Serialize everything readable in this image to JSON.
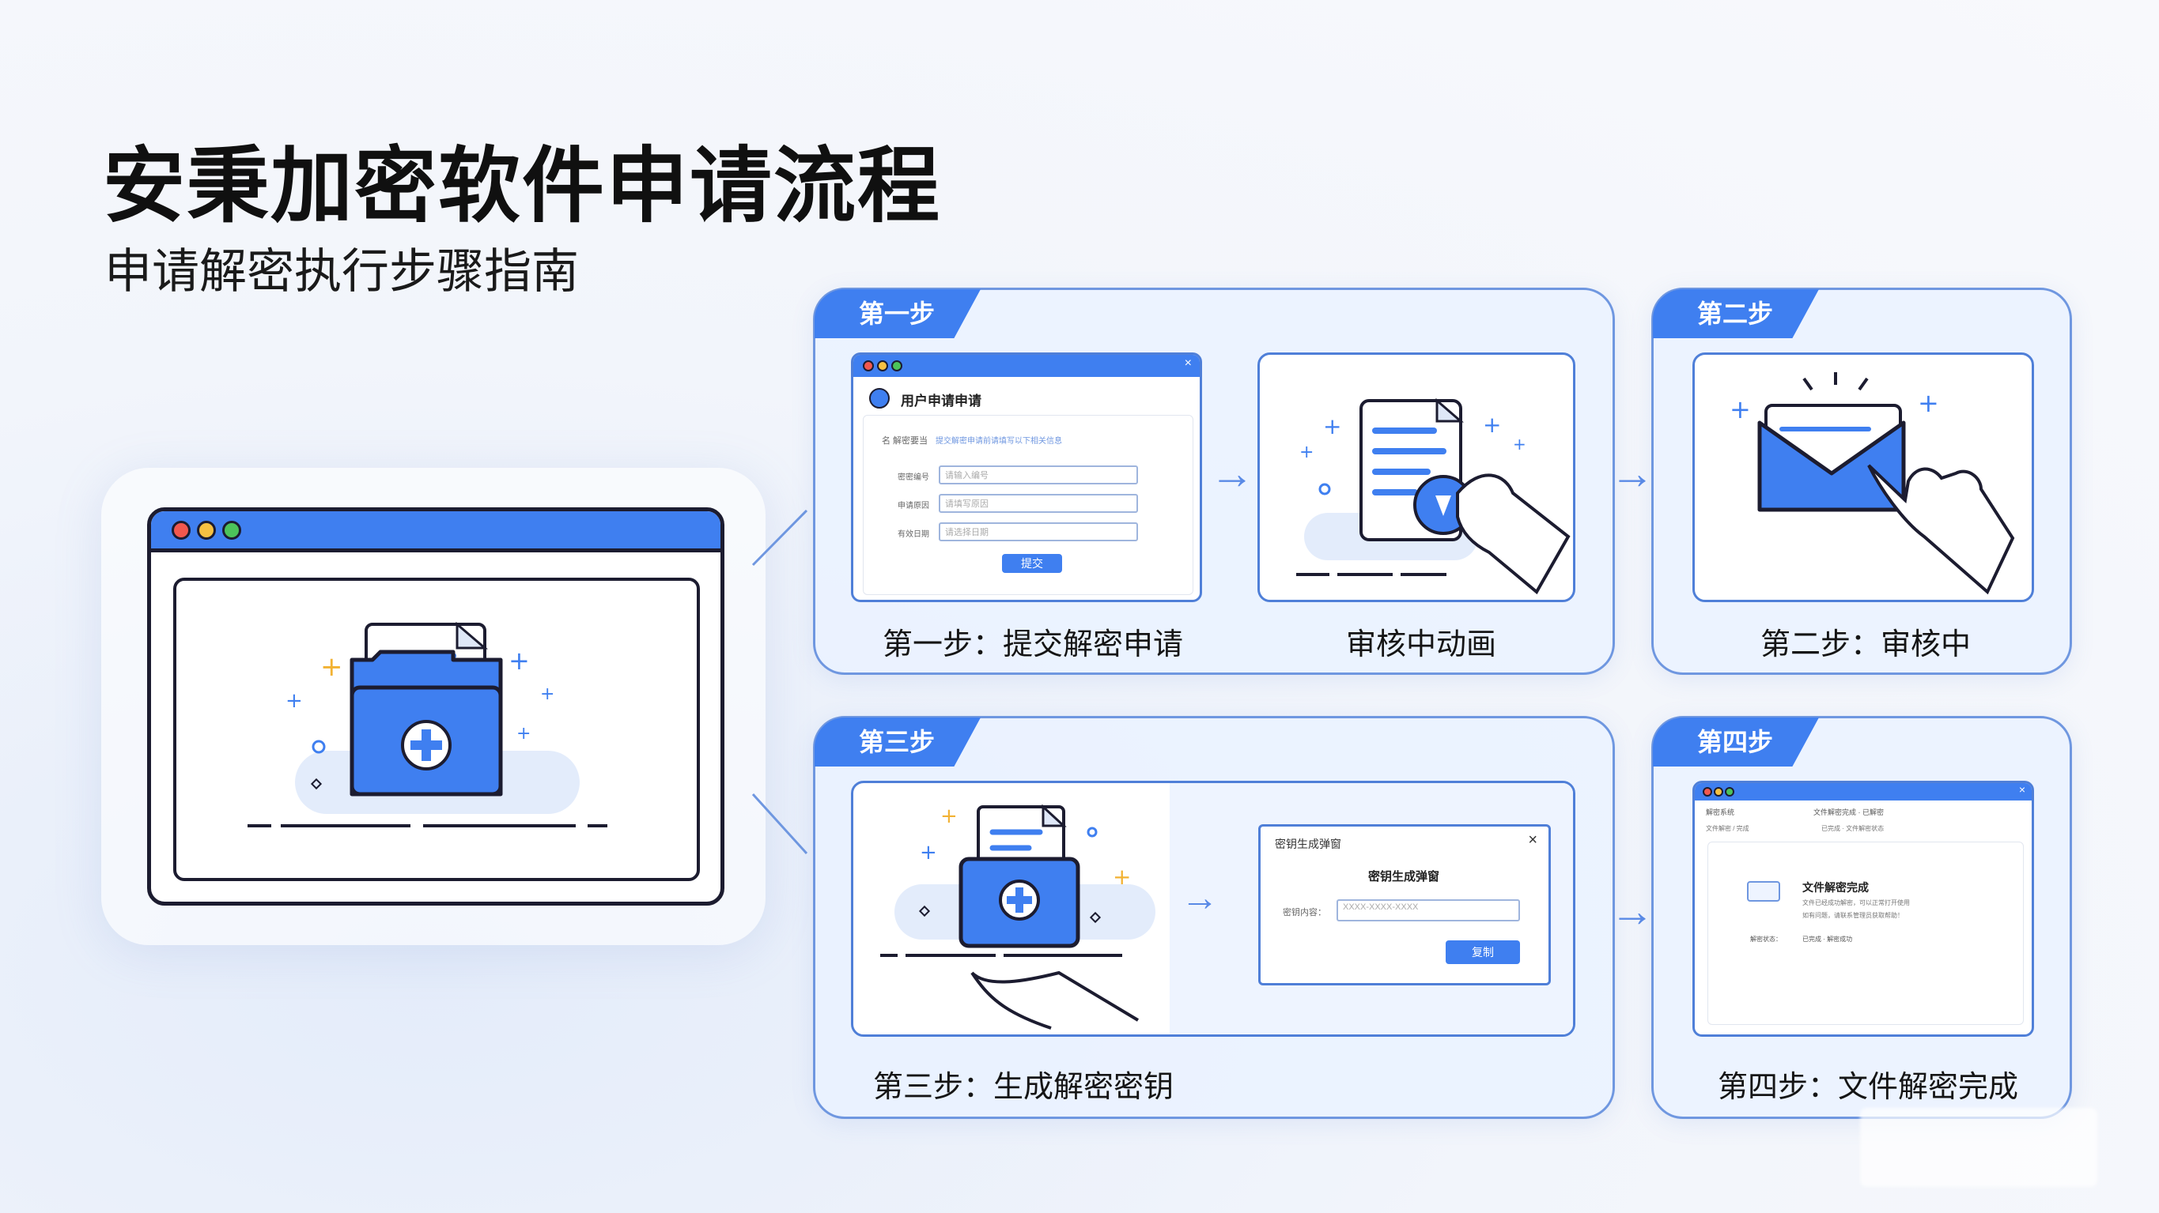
{
  "header": {
    "title": "安秉加密软件申请流程",
    "subtitle": "申请解密执行步骤指南"
  },
  "steps": {
    "step1": {
      "tab": "第一步",
      "caption_form": "第一步：提交解密申请",
      "caption_review_anim": "审核中动画",
      "form": {
        "window_title": "用户申请申请",
        "intro": "名 解密要当",
        "intro_note": "提交解密申请前请填写以下相关信息",
        "fields": [
          {
            "label": "密密编号",
            "placeholder": "请输入编号"
          },
          {
            "label": "申请原因",
            "placeholder": "请填写原因"
          },
          {
            "label": "有效日期",
            "placeholder": "请选择日期"
          }
        ],
        "submit_label": "提交"
      }
    },
    "step2": {
      "tab": "第二步",
      "caption": "第二步：审核中"
    },
    "step3": {
      "tab": "第三步",
      "caption": "第三步：生成解密密钥",
      "dialog": {
        "header": "密钥生成弹窗",
        "title": "密钥生成弹窗",
        "field_label": "密钥内容：",
        "field_placeholder": "XXXX-XXXX-XXXX",
        "button": "复制"
      }
    },
    "step4": {
      "tab": "第四步",
      "caption": "第四步：文件解密完成",
      "window": {
        "top_left": "解密系统",
        "top_center": "文件解密完成 · 已解密",
        "breadcrumb": "文件解密 / 完成",
        "tab_label": "已完成 · 文件解密状态",
        "file_title": "文件解密完成",
        "file_desc1": "文件已经成功解密，可以正常打开使用",
        "file_desc2": "如有问题，请联系管理员获取帮助！",
        "status_label": "解密状态：",
        "status_value": "已完成 · 解密成功"
      }
    }
  },
  "colors": {
    "accent": "#3f7ff0",
    "panel_border": "#6f97e0",
    "outline": "#1c1c30",
    "star_yellow": "#f2b233"
  }
}
